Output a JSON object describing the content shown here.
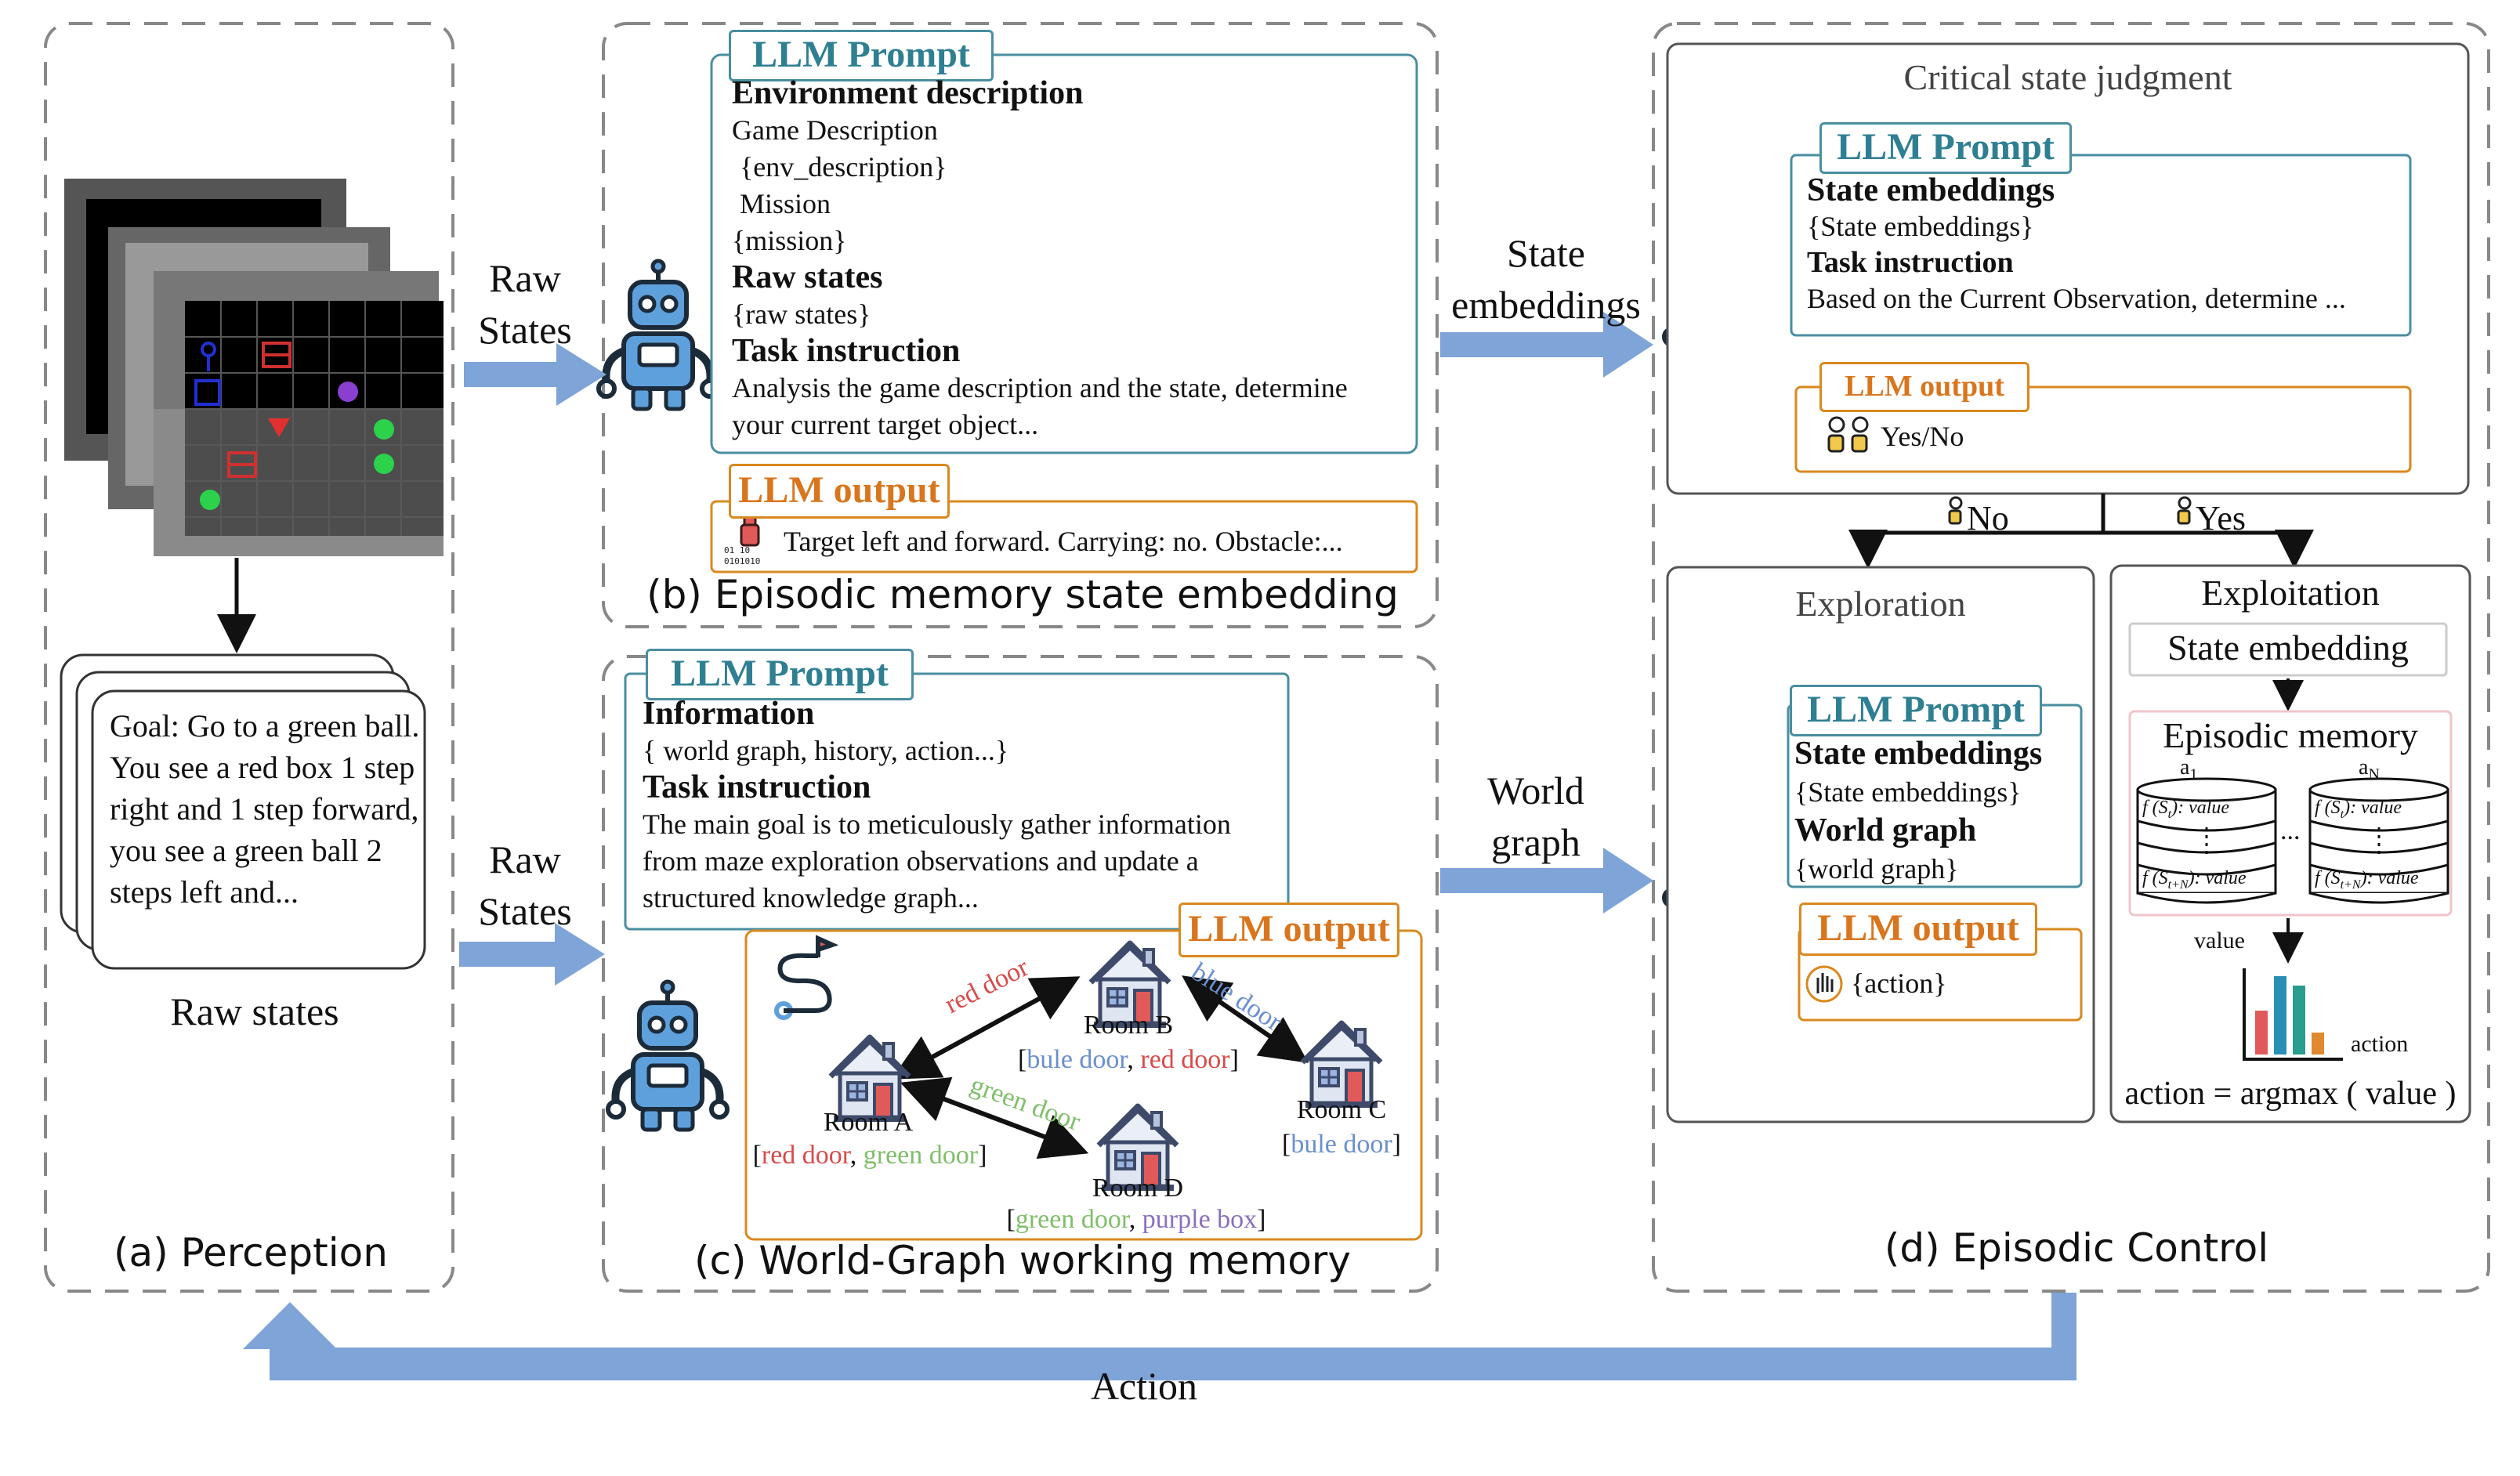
{
  "perception": {
    "observation_text": "Goal: Go to a green ball. You see a red box 1 step right and 1 step forward, you see a green ball 2 steps left and...",
    "raw_states_label": "Raw states",
    "panel_title": "(a) Perception"
  },
  "arrows": {
    "raw_states_top": [
      "Raw",
      "States"
    ],
    "raw_states_bottom": [
      "Raw",
      "States"
    ],
    "state_embeddings": [
      "State",
      "embeddings"
    ],
    "world_graph": [
      "World",
      "graph"
    ],
    "action": "Action"
  },
  "panel_b": {
    "prompt_tag": "LLM Prompt",
    "env_heading": "Environment description",
    "game_description": "Game Description",
    "env_description": "{env_description}",
    "mission": "Mission",
    "mission_value": "{mission}",
    "raw_states_heading": "Raw states",
    "raw_states_value": "{raw states}",
    "task_heading": "Task instruction",
    "task_text": "Analysis the game description and the state, determine your current target object...",
    "output_tag": "LLM output",
    "output_text": "Target left and forward. Carrying: no. Obstacle:...",
    "panel_title": "(b) Episodic memory state embedding"
  },
  "panel_c": {
    "prompt_tag": "LLM Prompt",
    "info_heading": "Information",
    "info_value": "{ world graph, history, action...}",
    "task_heading": "Task instruction",
    "task_text": "The main goal is to meticulously gather information from maze exploration observations and update a structured knowledge graph...",
    "output_tag": "LLM output",
    "rooms": {
      "a": "Room A",
      "b": "Room B",
      "c": "Room C",
      "d": "Room D"
    },
    "edges": {
      "ab": "red door",
      "bc": "blue door",
      "ad": "green door"
    },
    "room_items": {
      "a": [
        "red door",
        "green door"
      ],
      "b": [
        "bule door",
        "red door"
      ],
      "c": [
        "bule door"
      ],
      "d": [
        "green door",
        "purple box"
      ]
    },
    "panel_title": "(c) World-Graph working memory"
  },
  "panel_d": {
    "critical_title": "Critical state judgment",
    "prompt_tag": "LLM Prompt",
    "state_heading": "State embeddings",
    "state_value": "{State embeddings}",
    "task_heading": "Task instruction",
    "task_text": "Based on the Current Observation, determine ...",
    "output_tag": "LLM output",
    "output_text": "Yes/No",
    "branch_no": "No",
    "branch_yes": "Yes",
    "exploration": {
      "title": "Exploration",
      "prompt_tag": "LLM Prompt",
      "state_heading": "State embeddings",
      "state_value": "{State embeddings}",
      "graph_heading": "World graph",
      "graph_value": "{world graph}",
      "output_tag": "LLM output",
      "output_text": "{action}"
    },
    "exploitation": {
      "title": "Exploitation",
      "state_box": "State embedding",
      "memory_title": "Episodic memory",
      "a1": "a",
      "a1_sub": "1",
      "aN": "a",
      "aN_sub": "N",
      "cell_top": "f (S",
      "cell_top_sub": "t",
      "cell_top_end": "): value",
      "cell_bottom_sub": "t+N",
      "dots": "...",
      "value_label": "value",
      "action_label": "action",
      "formula": "action = argmax ( value )"
    },
    "panel_title": "(d) Episodic Control"
  },
  "colors": {
    "arrow_blue": "#7ea4d8",
    "teal": "#4a8ea0",
    "orange": "#d9891f",
    "red": "#d94a4a",
    "blue": "#6a8fd0",
    "green": "#7fbf6a",
    "purple": "#8a6fbf"
  },
  "icons": [
    "robot-icon",
    "maze-grid-image",
    "house-icon",
    "route-icon",
    "yes-no-icon",
    "binary-robot-icon",
    "hand-icon",
    "bar-chart-icon",
    "database-cylinder-icon"
  ]
}
